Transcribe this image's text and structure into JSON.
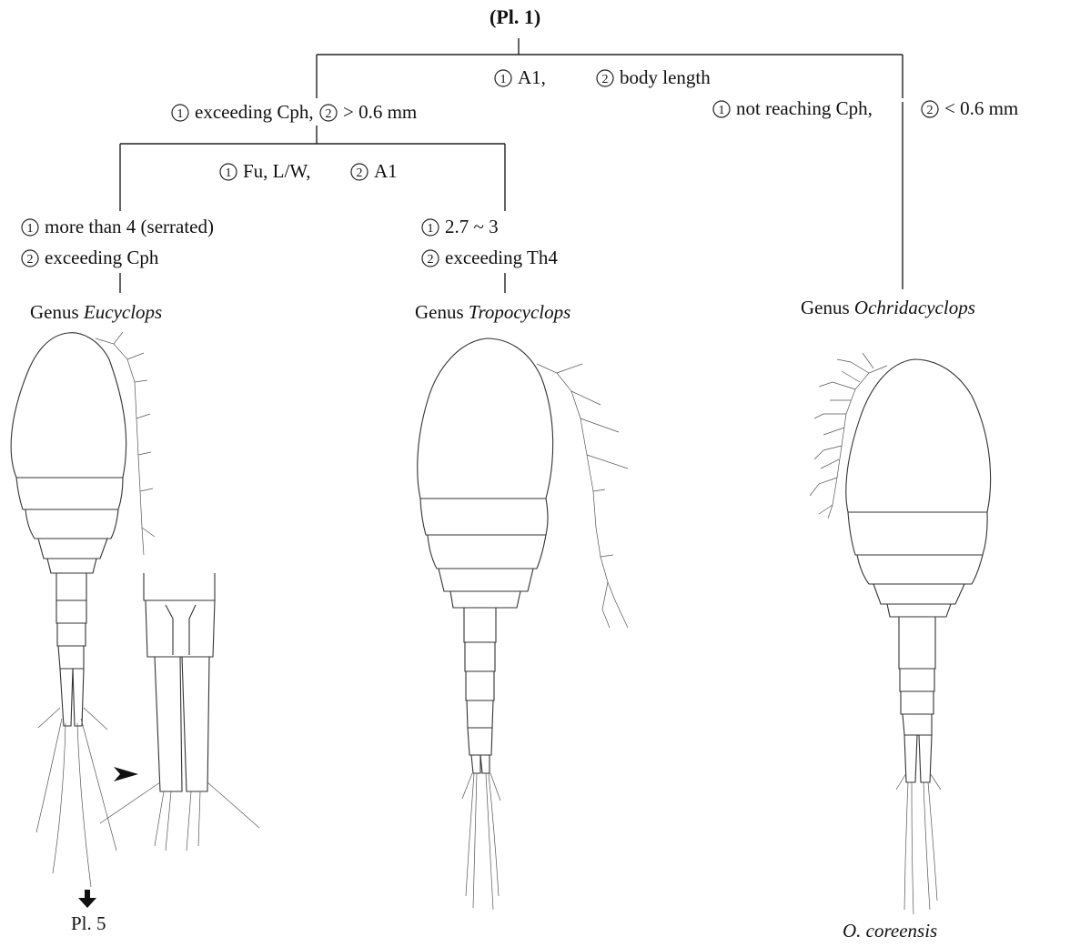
{
  "plate_title": "(Pl. 1)",
  "root_question": {
    "n1": "1",
    "t1": "A1,",
    "n2": "2",
    "t2": "body length"
  },
  "branch_left": {
    "n1": "1",
    "t1": "exceeding Cph,",
    "n2": "2",
    "t2": "> 0.6 mm"
  },
  "branch_right": {
    "n1": "1",
    "t1": "not reaching Cph,",
    "n2": "2",
    "t2": "< 0.6 mm"
  },
  "sub_question": {
    "n1": "1",
    "t1": "Fu, L/W,",
    "n2": "2",
    "t2": "A1"
  },
  "leaf_eucyclops": {
    "n1": "1",
    "t1": "more than 4 (serrated)",
    "n2": "2",
    "t2": "exceeding Cph"
  },
  "leaf_tropocyclops": {
    "n1": "1",
    "t1": "2.7 ~ 3",
    "n2": "2",
    "t2": "exceeding Th4"
  },
  "genus_word": "Genus",
  "genus_eucyclops": "Eucyclops",
  "genus_tropocyclops": "Tropocyclops",
  "genus_ochridacyclops": "Ochridacyclops",
  "next_plate": "Pl. 5",
  "species_name": "O. coreensis"
}
